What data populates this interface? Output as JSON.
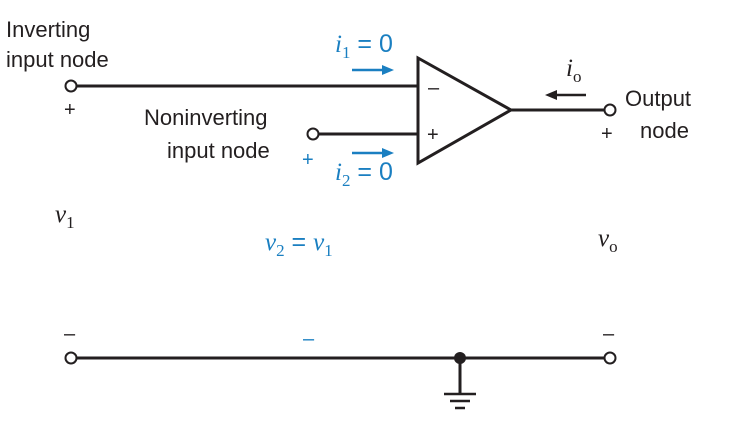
{
  "labels": {
    "inverting_line1": "Inverting",
    "inverting_line2": "input node",
    "noninverting_line1": "Noninverting",
    "noninverting_line2": "input node",
    "output_line1": "Output",
    "output_line2": "node"
  },
  "currents": {
    "i1_var": "i",
    "i1_sub": "1",
    "i1_rest": " = 0",
    "i2_var": "i",
    "i2_sub": "2",
    "i2_rest": " = 0",
    "io_var": "i",
    "io_sub": "o"
  },
  "voltages": {
    "v1_var": "v",
    "v1_sub": "1",
    "vo_var": "v",
    "vo_sub": "o",
    "v2_var": "v",
    "v2_sub": "2",
    "v2_eq": " = ",
    "v2_rhs_var": "v",
    "v2_rhs_sub": "1"
  },
  "signs": {
    "plus": "+",
    "minus": "–"
  },
  "colors": {
    "ink": "#231f20",
    "accent": "#1a7fc1"
  }
}
